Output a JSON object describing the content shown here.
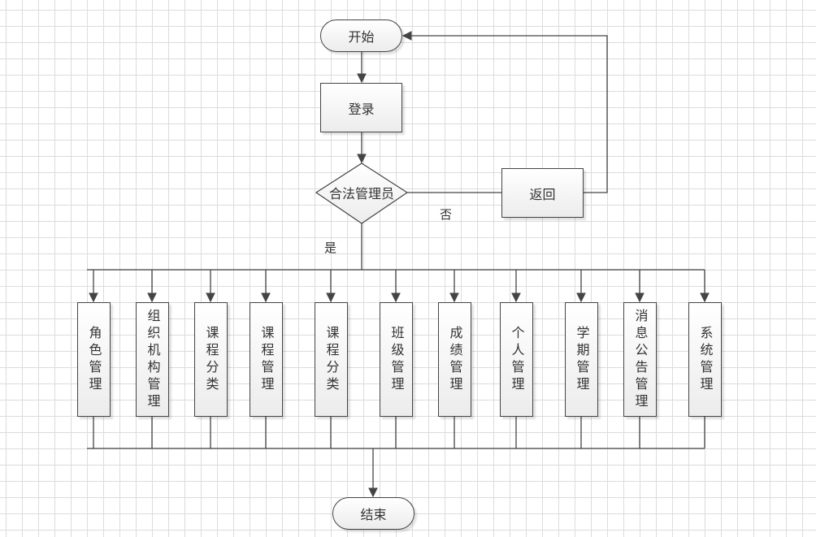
{
  "diagram": {
    "start": "开始",
    "login": "登录",
    "decision": "合法管理员",
    "return": "返回",
    "yes_label": "是",
    "no_label": "否",
    "end": "结束",
    "modules": [
      {
        "label": "角色管理"
      },
      {
        "label": "组织机构管理"
      },
      {
        "label": "课程分类"
      },
      {
        "label": "课程管理"
      },
      {
        "label": "课程分类"
      },
      {
        "label": "班级管理"
      },
      {
        "label": "成绩管理"
      },
      {
        "label": "个人管理"
      },
      {
        "label": "学期管理"
      },
      {
        "label": "消息公告管理"
      },
      {
        "label": "系统管理"
      }
    ]
  },
  "colors": {
    "line": "#444444",
    "grid": "#dcdcdc",
    "node_fill_top": "#ffffff",
    "node_fill_bottom": "#ececec"
  }
}
